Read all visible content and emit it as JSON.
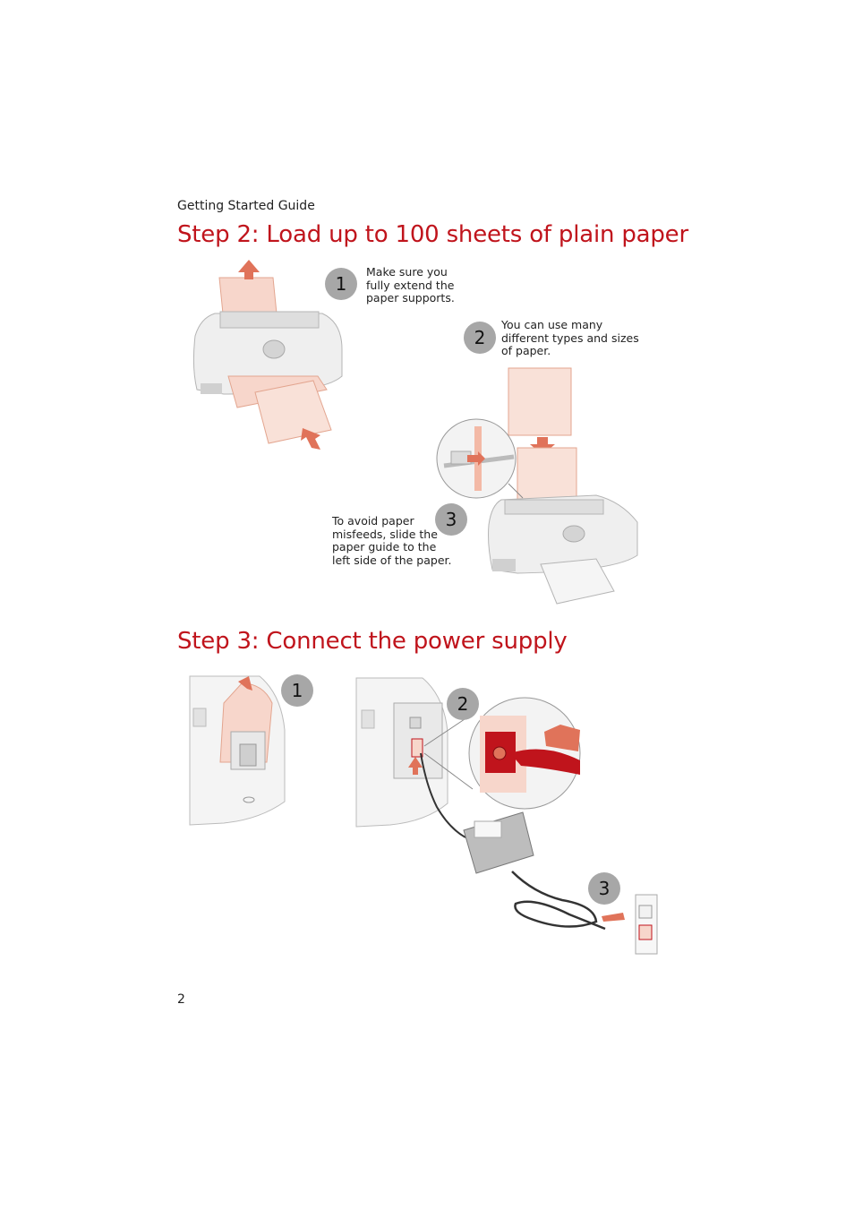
{
  "header": {
    "guide_title": "Getting Started Guide"
  },
  "step2": {
    "heading": "Step 2: Load up to 100 sheets of plain paper",
    "callouts": [
      {
        "number": "1",
        "text_lines": [
          "Make sure you",
          "fully extend the",
          "paper supports."
        ]
      },
      {
        "number": "2",
        "text_lines": [
          "You can use many",
          "different types and sizes",
          "of paper."
        ]
      },
      {
        "number": "3",
        "text_lines": [
          "To avoid paper",
          "misfeeds, slide the",
          "paper guide to the",
          "left side of the paper."
        ]
      }
    ]
  },
  "step3": {
    "heading": "Step 3: Connect the power supply",
    "badges": [
      "1",
      "2",
      "3"
    ]
  },
  "footer": {
    "page_number": "2"
  },
  "colors": {
    "accent_red": "#c0141c",
    "paper_pink": "#f7d6cb",
    "arrow_orange": "#e0735a",
    "badge_gray": "#a7a7a7"
  }
}
